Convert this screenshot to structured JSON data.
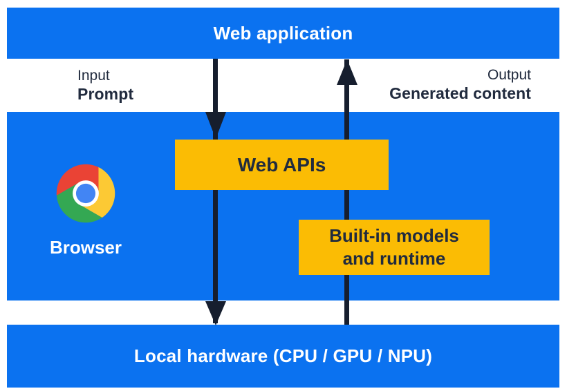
{
  "colors": {
    "band_blue": "#0B72F0",
    "box_yellow": "#FBBC04",
    "text_navy": "#212B3E",
    "arrow_navy": "#161E2E",
    "white": "#FFFFFF",
    "chrome_red": "#EA4335",
    "chrome_yellow": "#FCC934",
    "chrome_green": "#34A853",
    "chrome_blue": "#4285F4"
  },
  "bands": {
    "web_application": "Web application",
    "local_hardware": "Local hardware (CPU / GPU / NPU)"
  },
  "io_labels": {
    "input_caption": "Input",
    "input_value": "Prompt",
    "output_caption": "Output",
    "output_value": "Generated content"
  },
  "browser": {
    "label": "Browser",
    "web_apis": "Web APIs",
    "builtin": [
      "Built-in models",
      "and runtime"
    ]
  }
}
